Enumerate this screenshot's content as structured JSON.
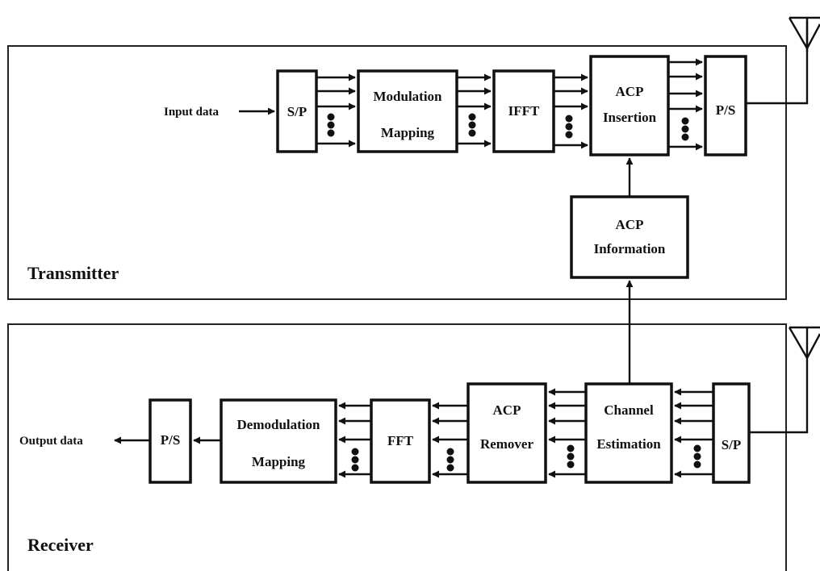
{
  "transmitter": {
    "label": "Transmitter",
    "input_label": "Input data",
    "sp": "S/P",
    "modulation_line1": "Modulation",
    "modulation_line2": "Mapping",
    "ifft": "IFFT",
    "acp_insertion_line1": "ACP",
    "acp_insertion_line2": "Insertion",
    "ps": "P/S",
    "acp_info_line1": "ACP",
    "acp_info_line2": "Information"
  },
  "receiver": {
    "label": "Receiver",
    "output_label": "Output data",
    "ps": "P/S",
    "demodulation_line1": "Demodulation",
    "demodulation_line2": "Mapping",
    "fft": "FFT",
    "acp_remover_line1": "ACP",
    "acp_remover_line2": "Remover",
    "channel_line1": "Channel",
    "channel_line2": "Estimation",
    "sp": "S/P"
  },
  "icons": {
    "antenna": "antenna-icon"
  }
}
